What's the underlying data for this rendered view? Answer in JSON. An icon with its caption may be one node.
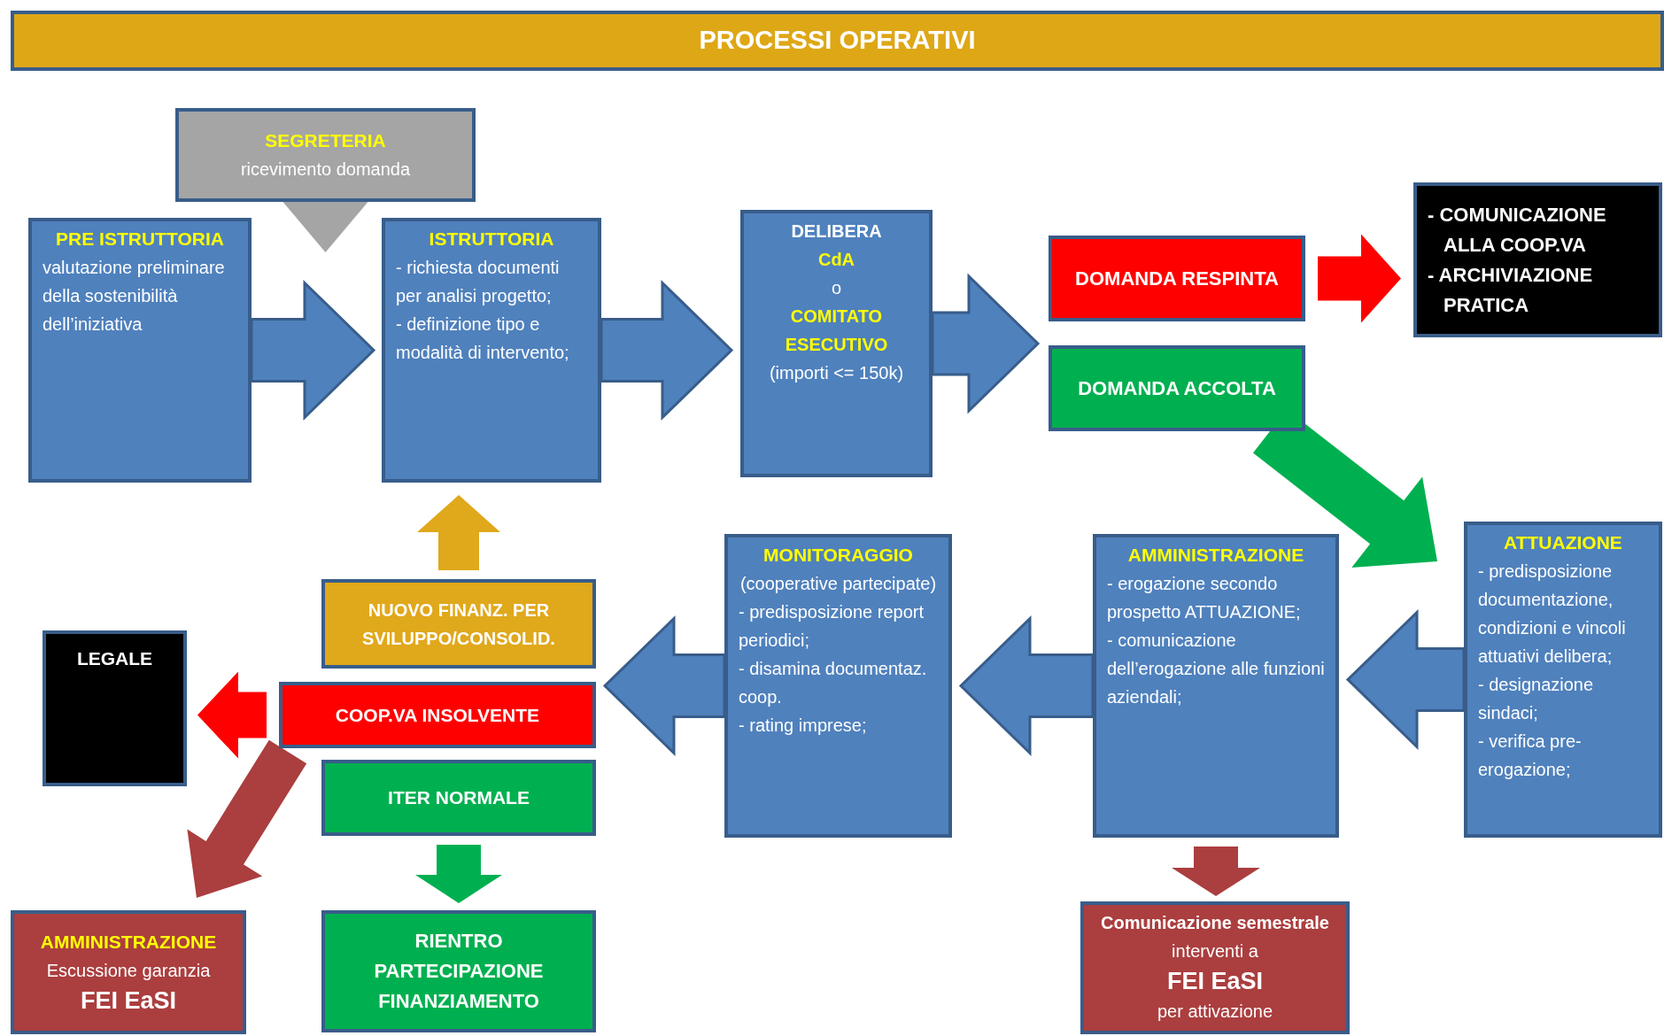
{
  "diagram": {
    "title": "PROCESSI OPERATIVI",
    "nodes": [
      {
        "text": [
          "SEGRETERIA",
          "ricevimento domanda"
        ]
      },
      {
        "text": [
          "PRE ISTRUTTORIA",
          "valutazione preliminare della sostenibilità dell’iniziativa"
        ]
      },
      {
        "text": [
          "ISTRUTTORIA",
          "- richiesta documenti per analisi progetto;",
          "- definizione tipo e modalità di intervento;"
        ]
      },
      {
        "text": [
          "DELIBERA",
          "CdA",
          "o",
          "COMITATO ESECUTIVO",
          "(importi <= 150k)"
        ]
      },
      {
        "text": [
          "DOMANDA RESPINTA"
        ]
      },
      {
        "text": [
          "DOMANDA ACCOLTA"
        ]
      },
      {
        "text": [
          "- COMUNICAZIONE ALLA COOP.VA",
          "- ARCHIVIAZIONE PRATICA"
        ]
      },
      {
        "text": [
          "ATTUAZIONE",
          "- predisposizione documentazione, condizioni e vincoli attuativi delibera;",
          "- designazione sindaci;",
          "- verifica pre-erogazione;"
        ]
      },
      {
        "text": [
          "AMMINISTRAZIONE",
          "- erogazione secondo prospetto ATTUAZIONE;",
          "- comunicazione dell’erogazione alle funzioni aziendali;"
        ]
      },
      {
        "text": [
          "MONITORAGGIO",
          "(cooperative partecipate)",
          "- predisposizione report periodici;",
          "- disamina documentaz. coop.",
          "- rating imprese;"
        ]
      },
      {
        "text": [
          "NUOVO FINANZ. PER SVILUPPO/CONSOLID."
        ]
      },
      {
        "text": [
          "COOP.VA INSOLVENTE"
        ]
      },
      {
        "text": [
          "ITER NORMALE"
        ]
      },
      {
        "text": [
          "LEGALE"
        ]
      },
      {
        "text": [
          "AMMINISTRAZIONE",
          "Escussione garanzia",
          "FEI EaSI"
        ]
      },
      {
        "text": [
          "RIENTRO PARTECIPAZIONE FINANZIAMENTO"
        ]
      },
      {
        "text": [
          "**Comunicazione semestrale** interventi a",
          "FEI EaSI",
          "per attivazione"
        ]
      }
    ],
    "edges": [
      {
        "from": 0,
        "to": null,
        "arrow": "to",
        "color": "#a5a5a5"
      },
      {
        "from": 1,
        "to": 2,
        "arrow": "to"
      },
      {
        "from": 2,
        "to": 3,
        "arrow": "to"
      },
      {
        "from": 3,
        "to": 4,
        "arrow": "to"
      },
      {
        "from": 3,
        "to": 5,
        "arrow": "to"
      },
      {
        "from": 4,
        "to": 6,
        "arrow": "to",
        "color": "#ff0000"
      },
      {
        "from": 5,
        "to": 7,
        "arrow": "to",
        "color": "#00b050"
      },
      {
        "from": 7,
        "to": 8,
        "arrow": "to"
      },
      {
        "from": 8,
        "to": 9,
        "arrow": "to"
      },
      {
        "from": 9,
        "to": 10,
        "arrow": "to"
      },
      {
        "from": 9,
        "to": 11,
        "arrow": "to"
      },
      {
        "from": 9,
        "to": 12,
        "arrow": "to"
      },
      {
        "from": 10,
        "to": 2,
        "arrow": "to",
        "color": "#e0a81b"
      },
      {
        "from": 11,
        "to": 13,
        "arrow": "to",
        "color": "#ff0000"
      },
      {
        "from": 11,
        "to": 14,
        "arrow": "to",
        "color": "#ab3e3f"
      },
      {
        "from": 12,
        "to": 15,
        "arrow": "to",
        "color": "#00b050"
      },
      {
        "from": 8,
        "to": 16,
        "arrow": "to",
        "color": "#ab3e3f"
      }
    ]
  }
}
